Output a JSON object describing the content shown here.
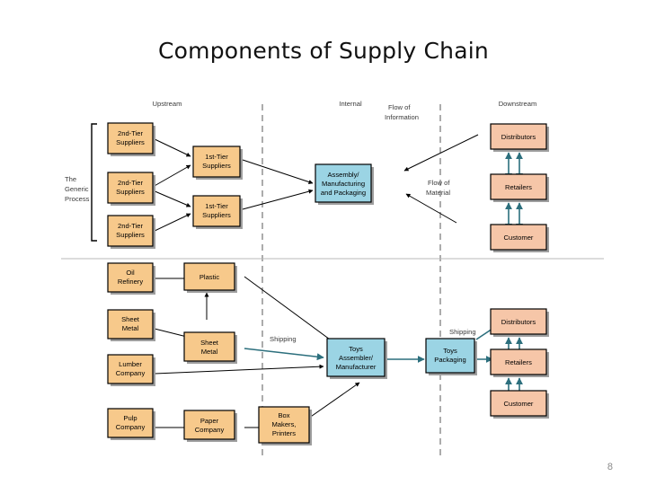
{
  "slide": {
    "title": "Components of Supply Chain",
    "page_number": "8"
  },
  "colors": {
    "orange_fill": "#f7c98b",
    "blue_fill": "#9bd4e4",
    "peach_fill": "#f6c6a8",
    "box_stroke": "#000000",
    "shadow": "#9e9e9e",
    "divider": "#b0b0b0",
    "text": "#000000",
    "label_text": "#3b3b3b"
  },
  "headers": {
    "upstream": "Upstream",
    "internal": "Internal",
    "downstream": "Downstream"
  },
  "annotations": {
    "generic_process": "The\nGeneric\nProcess",
    "flow_of_information": "Flow of\nInformation",
    "flow_of_material": "Flow of\nMaterial",
    "shipping_left": "Shipping",
    "shipping_right": "Shipping"
  },
  "top_diagram": {
    "second_tier": [
      {
        "line1": "2nd-Tier",
        "line2": "Suppliers"
      },
      {
        "line1": "2nd-Tier",
        "line2": "Suppliers"
      },
      {
        "line1": "2nd-Tier",
        "line2": "Suppliers"
      }
    ],
    "first_tier": [
      {
        "line1": "1st-Tier",
        "line2": "Suppliers"
      },
      {
        "line1": "1st-Tier",
        "line2": "Suppliers"
      }
    ],
    "internal": [
      {
        "line1": "Assembly/",
        "line2": "Manufacturing",
        "line3": "and Packaging"
      }
    ],
    "downstream": [
      {
        "line1": "Distributors"
      },
      {
        "line1": "Retailers"
      },
      {
        "line1": "Customer"
      }
    ]
  },
  "bottom_diagram": {
    "second_tier": [
      {
        "line1": "Oil",
        "line2": "Refinery"
      },
      {
        "line1": "Sheet",
        "line2": "Metal"
      },
      {
        "line1": "Lumber",
        "line2": "Company"
      },
      {
        "line1": "Pulp",
        "line2": "Company"
      }
    ],
    "first_tier": [
      {
        "line1": "Plastic"
      },
      {
        "line1": "Sheet",
        "line2": "Metal"
      },
      {
        "line1": "Paper",
        "line2": "Company"
      },
      {
        "line1": "Box",
        "line2": "Makers,",
        "line3": "Printers"
      }
    ],
    "internal": [
      {
        "line1": "Toys",
        "line2": "Assembler/",
        "line3": "Manufacturer"
      },
      {
        "line1": "Toys",
        "line2": "Packaging"
      }
    ],
    "downstream": [
      {
        "line1": "Distributors"
      },
      {
        "line1": "Retailers"
      },
      {
        "line1": "Customer"
      }
    ]
  }
}
